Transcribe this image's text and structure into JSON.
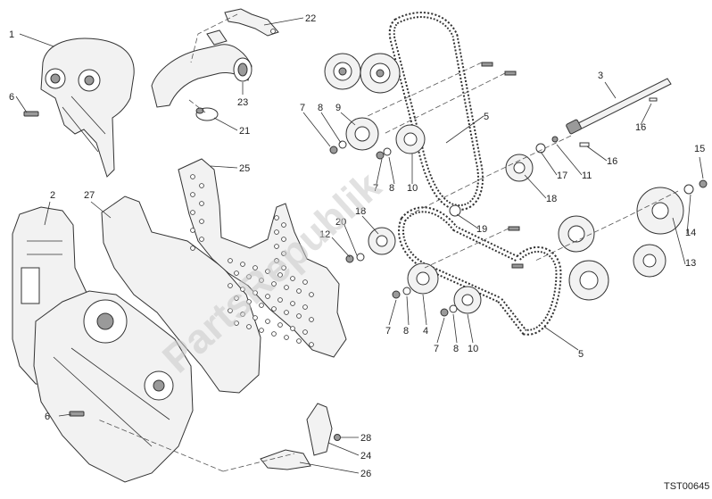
{
  "diagram": {
    "code": "TST00645",
    "watermark": "PartsRepublik",
    "callouts": [
      {
        "id": "c1",
        "label": "1"
      },
      {
        "id": "c2",
        "label": "2"
      },
      {
        "id": "c3",
        "label": "3"
      },
      {
        "id": "c4",
        "label": "4"
      },
      {
        "id": "c5a",
        "label": "5"
      },
      {
        "id": "c5b",
        "label": "5"
      },
      {
        "id": "c6a",
        "label": "6"
      },
      {
        "id": "c6b",
        "label": "6"
      },
      {
        "id": "c7a",
        "label": "7"
      },
      {
        "id": "c7b",
        "label": "7"
      },
      {
        "id": "c7c",
        "label": "7"
      },
      {
        "id": "c7d",
        "label": "7"
      },
      {
        "id": "c8a",
        "label": "8"
      },
      {
        "id": "c8b",
        "label": "8"
      },
      {
        "id": "c8c",
        "label": "8"
      },
      {
        "id": "c8d",
        "label": "8"
      },
      {
        "id": "c9",
        "label": "9"
      },
      {
        "id": "c10a",
        "label": "10"
      },
      {
        "id": "c10b",
        "label": "10"
      },
      {
        "id": "c11",
        "label": "11"
      },
      {
        "id": "c12",
        "label": "12"
      },
      {
        "id": "c13",
        "label": "13"
      },
      {
        "id": "c14",
        "label": "14"
      },
      {
        "id": "c15",
        "label": "15"
      },
      {
        "id": "c16a",
        "label": "16"
      },
      {
        "id": "c16b",
        "label": "16"
      },
      {
        "id": "c17",
        "label": "17"
      },
      {
        "id": "c18a",
        "label": "18"
      },
      {
        "id": "c18b",
        "label": "18"
      },
      {
        "id": "c19",
        "label": "19"
      },
      {
        "id": "c20",
        "label": "20"
      },
      {
        "id": "c21",
        "label": "21"
      },
      {
        "id": "c22",
        "label": "22"
      },
      {
        "id": "c23",
        "label": "23"
      },
      {
        "id": "c24",
        "label": "24"
      },
      {
        "id": "c25",
        "label": "25"
      },
      {
        "id": "c26",
        "label": "26"
      },
      {
        "id": "c27",
        "label": "27"
      },
      {
        "id": "c28",
        "label": "28"
      }
    ]
  }
}
